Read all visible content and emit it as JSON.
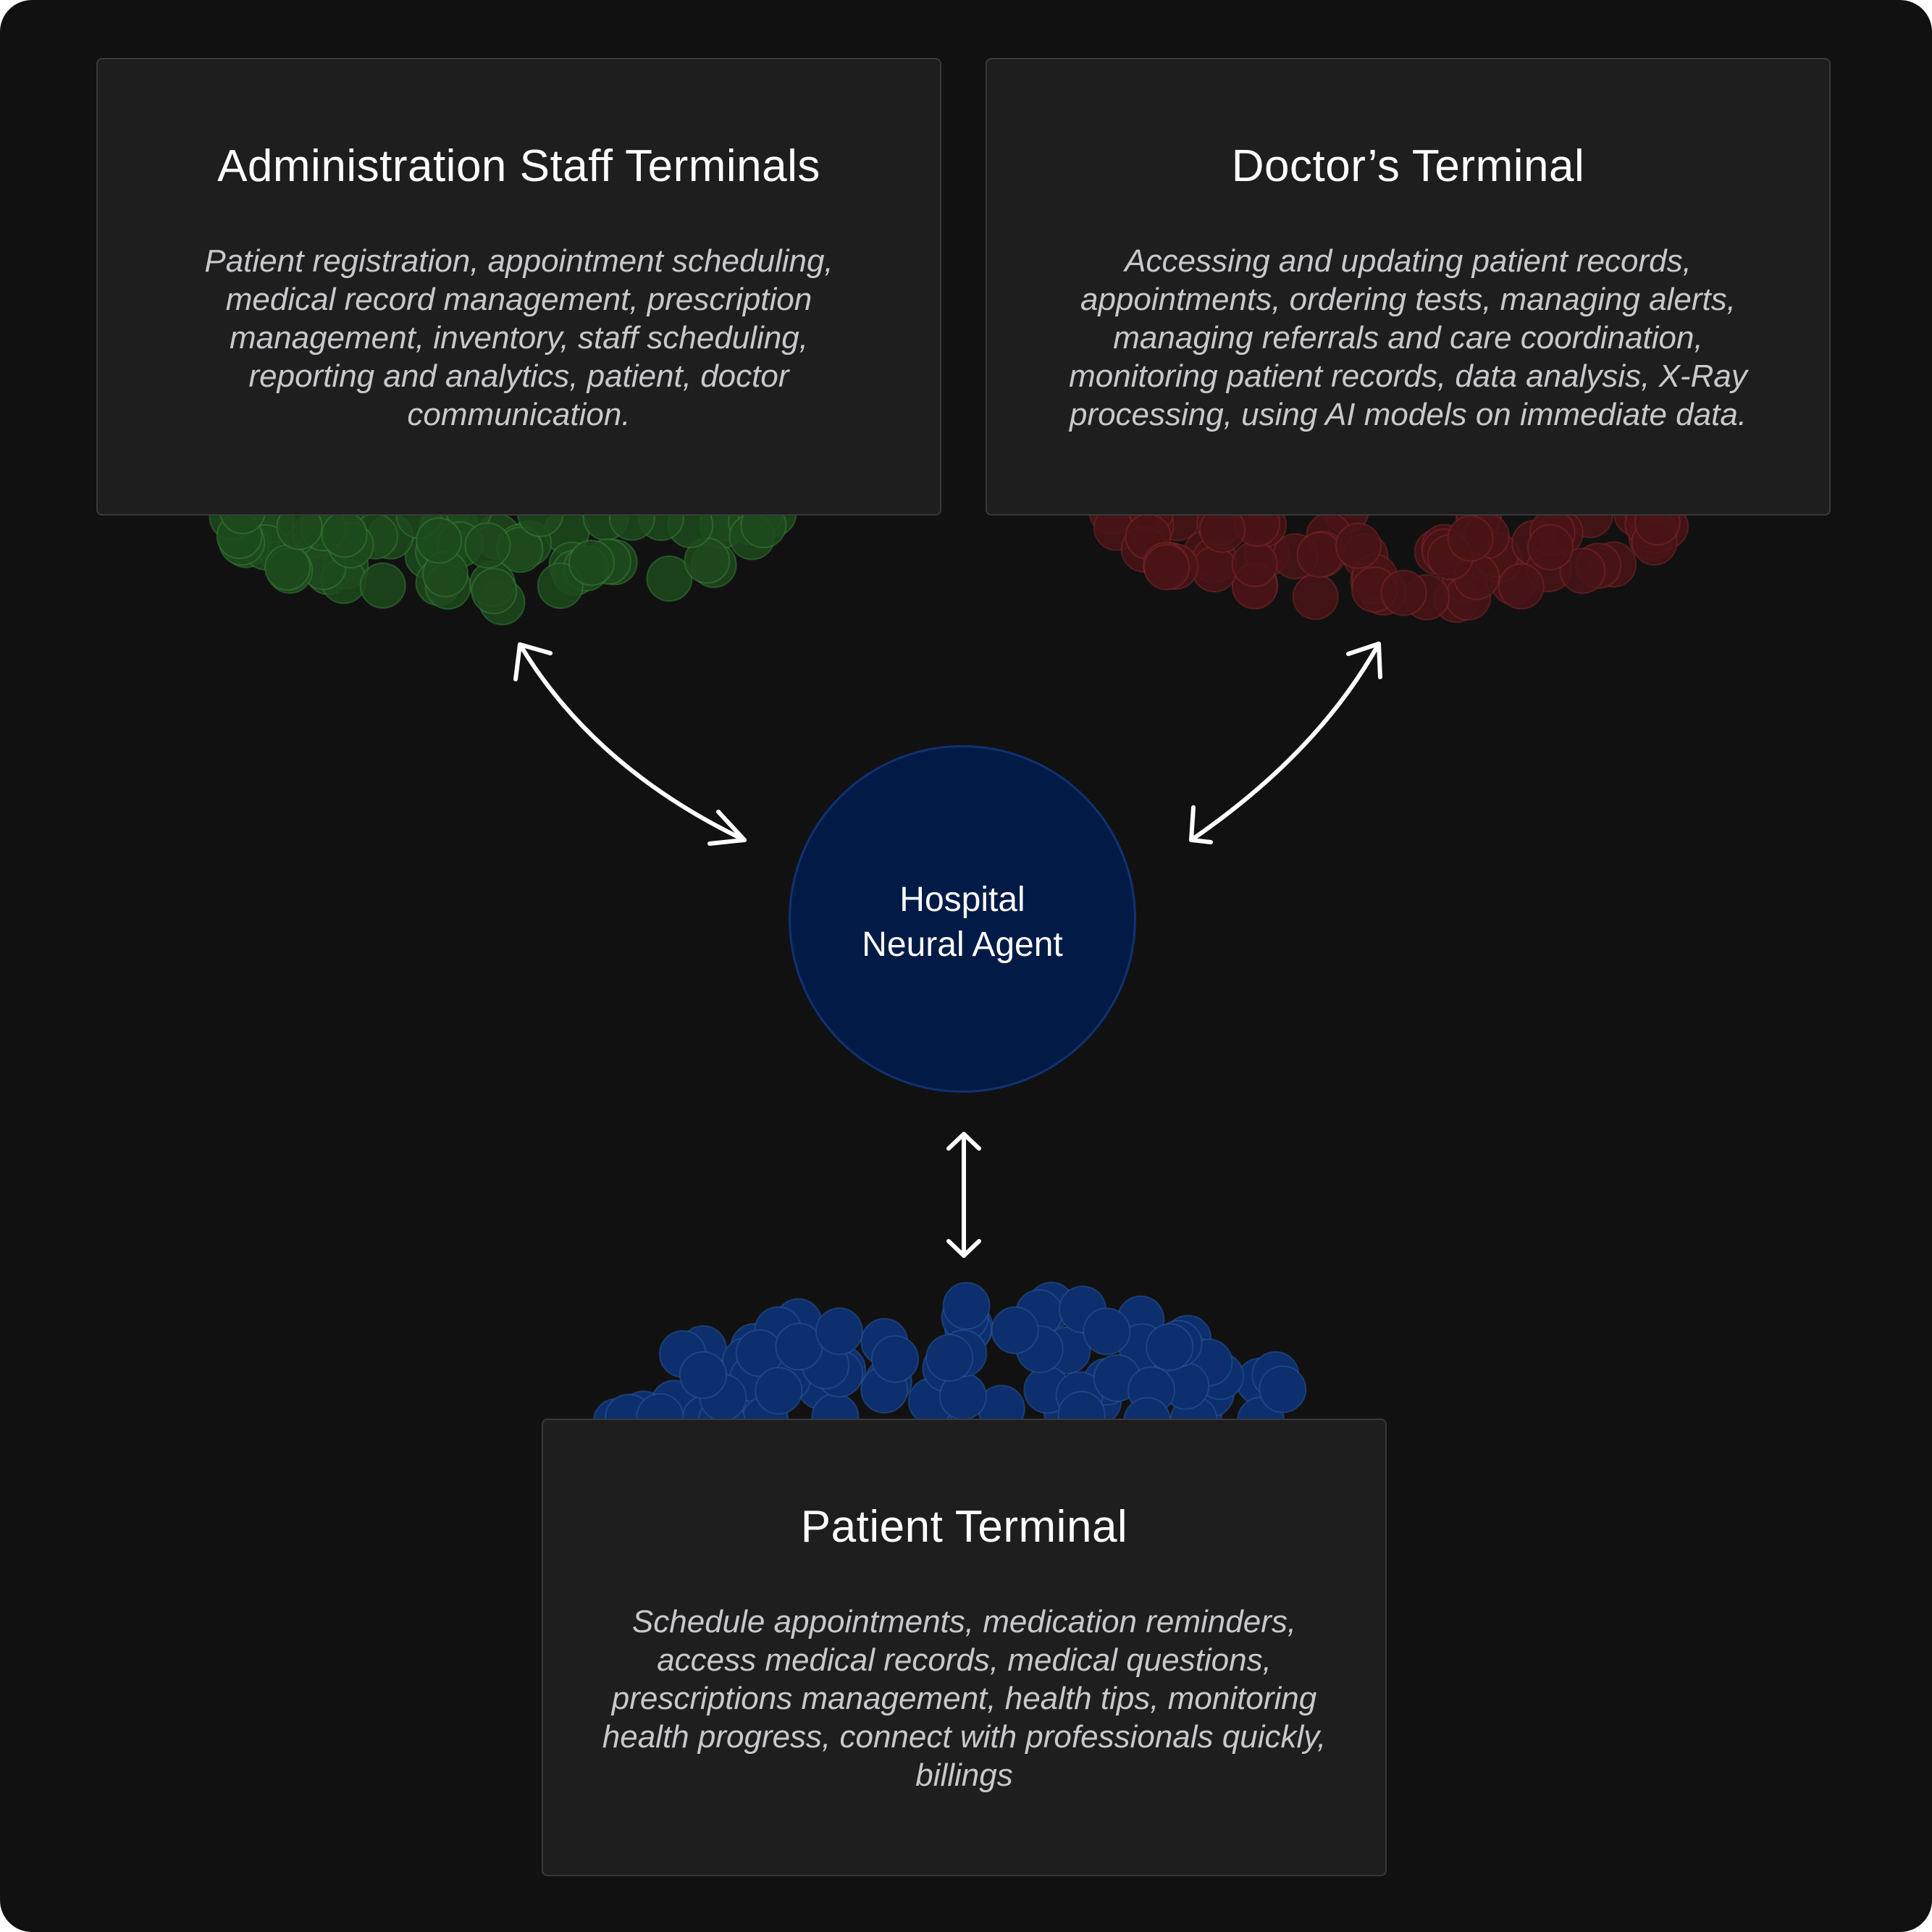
{
  "hub": {
    "line1": "Hospital",
    "line2": "Neural Agent",
    "fill_color": "#021b46",
    "border_color": "#0f3273"
  },
  "cards": {
    "admin": {
      "title": "Administration Staff Terminals",
      "description": "Patient registration, appointment scheduling, medical record management, prescription management, inventory, staff scheduling, reporting and analytics, patient, doctor communication.",
      "bubble_color": "#1d4a1d"
    },
    "doctor": {
      "title": "Doctor’s Terminal",
      "description": "Accessing and updating patient records, appointments, ordering tests, managing alerts, managing referrals and care coordination, monitoring patient records, data analysis, X-Ray processing, using AI models on immediate data.",
      "bubble_color": "#4a1416"
    },
    "patient": {
      "title": "Patient Terminal",
      "description": "Schedule appointments, medication reminders, access medical records, medical questions, prescriptions management, health tips, monitoring health progress, connect with professionals quickly, billings",
      "bubble_color": "#0d2f6e"
    }
  },
  "connectors": {
    "style": "double-headed curved arrows",
    "color": "#ffffff"
  }
}
